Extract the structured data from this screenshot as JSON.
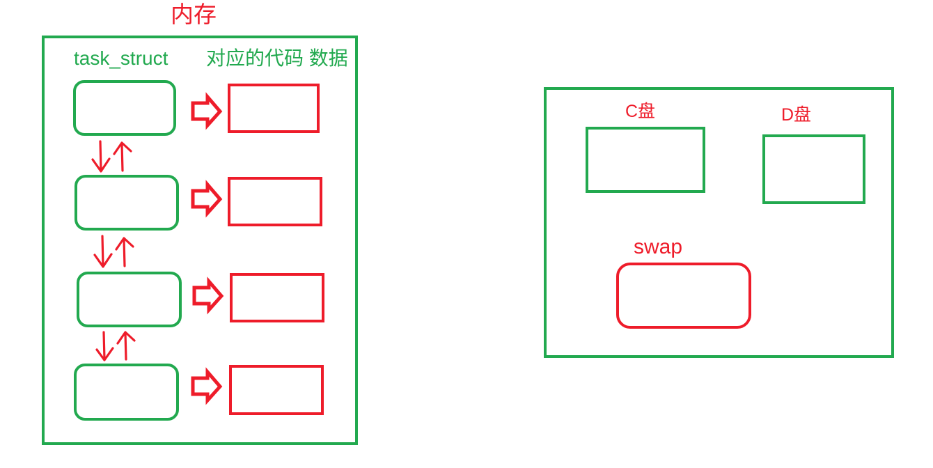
{
  "diagram": {
    "title": "内存",
    "title_color": "#ee1c2a",
    "accent_green": "#22a94f",
    "accent_red": "#ee1c2a",
    "background": "#ffffff"
  },
  "memory_panel": {
    "frame_color": "#22a94f",
    "column_headers": {
      "left": "task_struct",
      "right": "对应的代码 数据"
    },
    "rows": [
      {
        "index": 1,
        "task_struct_box": "",
        "code_data_box": "",
        "arrow": "block-arrow-right",
        "link_below": "down-up-arrows"
      },
      {
        "index": 2,
        "task_struct_box": "",
        "code_data_box": "",
        "arrow": "block-arrow-right",
        "link_below": "down-up-arrows"
      },
      {
        "index": 3,
        "task_struct_box": "",
        "code_data_box": "",
        "arrow": "block-arrow-right",
        "link_below": "down-up-arrows"
      },
      {
        "index": 4,
        "task_struct_box": "",
        "code_data_box": "",
        "arrow": "block-arrow-right",
        "link_below": ""
      }
    ],
    "link_glyphs": [
      "↓",
      "↑"
    ]
  },
  "disk_panel": {
    "frame_color": "#22a94f",
    "partitions": [
      {
        "label": "C盘",
        "label_color": "#ee1c2a",
        "box_color": "#22a94f"
      },
      {
        "label": "D盘",
        "label_color": "#ee1c2a",
        "box_color": "#22a94f"
      }
    ],
    "swap": {
      "label": "swap",
      "label_color": "#ee1c2a",
      "box_color": "#ee1c2a",
      "box_shape": "rounded-rectangle"
    }
  }
}
